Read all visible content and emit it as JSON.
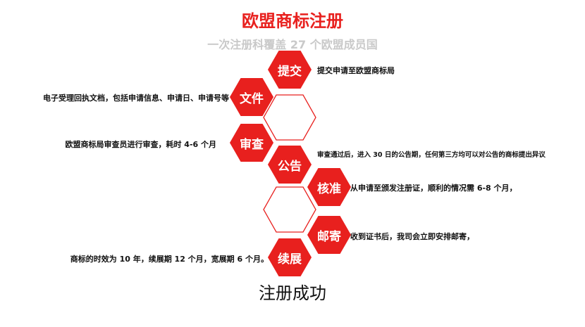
{
  "title": "欧盟商标注册",
  "subtitle": "一次注册科覆盖 27 个欧盟成员国",
  "footer": "注册成功",
  "steps": [
    {
      "label": "提交",
      "description": "提交申请至欧盟商标局"
    },
    {
      "label": "文件",
      "description": "电子受理回执文档，包括申请信息、申请日、申请号等"
    },
    {
      "label": "审查",
      "description": "欧盟商标局审查员进行审查，耗时 4-6 个月"
    },
    {
      "label": "公告",
      "description": "审查通过后，进入 30 日的公告期，任何第三方均可以对公告的商标提出异议"
    },
    {
      "label": "核准",
      "description": "从申请至颁发注册证，顺利的情况需 6-8 个月，"
    },
    {
      "label": "邮寄",
      "description": "收到证书后，我司会立即安排邮寄，"
    },
    {
      "label": "续展",
      "description": "商标的时效为 10 年，续展期 12 个月，宽展期 6 个月。"
    }
  ],
  "colors": {
    "accent": "#e8201e",
    "subtitle": "#c9c9c9",
    "text": "#111111"
  }
}
